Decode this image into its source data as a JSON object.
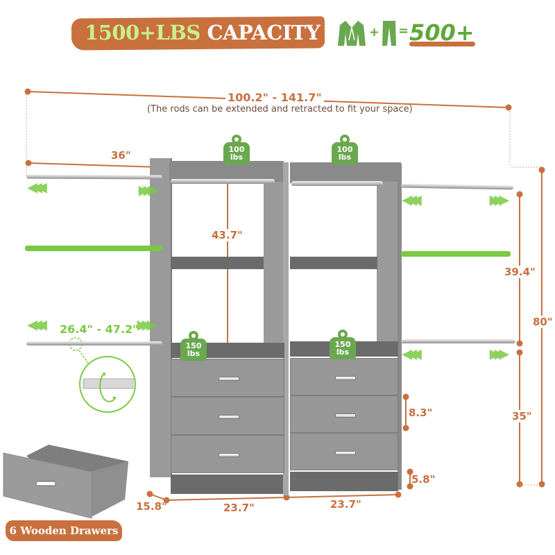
{
  "header": {
    "capacity_highlight": "1500+LBS",
    "capacity_label": " CAPACITY",
    "plus_sign": "+",
    "equals_sign": "=",
    "garment_count": "500+",
    "icons": [
      "suit-jacket-icon",
      "trousers-icon"
    ]
  },
  "overall_width": {
    "range": "100.2\" - 141.7\"",
    "note": "(The rods can be extended and retracted to fit your space)"
  },
  "dimensions": {
    "side_rod_length": "36\"",
    "hanging_height": "43.7\"",
    "adjustable_rod_range": "26.4\" - 47.2\"",
    "upper_rod_spacing": "39.4\"",
    "total_height": "80\"",
    "lower_rod_height": "35\"",
    "drawer_height": "8.3\"",
    "base_height": "5.8\"",
    "depth": "15.8\"",
    "unit_width_left": "23.7\"",
    "unit_width_right": "23.7\""
  },
  "weights": {
    "top_left": {
      "value": "100",
      "unit": "lbs"
    },
    "top_right": {
      "value": "100",
      "unit": "lbs"
    },
    "shelf_left": {
      "value": "150",
      "unit": "lbs"
    },
    "shelf_right": {
      "value": "150",
      "unit": "lbs"
    }
  },
  "badge": {
    "drawers_label": "6 Wooden Drawers"
  },
  "colors": {
    "accent_orange": "#c8703f",
    "accent_green": "#7ac943",
    "weight_green": "#6aa84f",
    "wardrobe_gray": "#9a9a9a"
  }
}
